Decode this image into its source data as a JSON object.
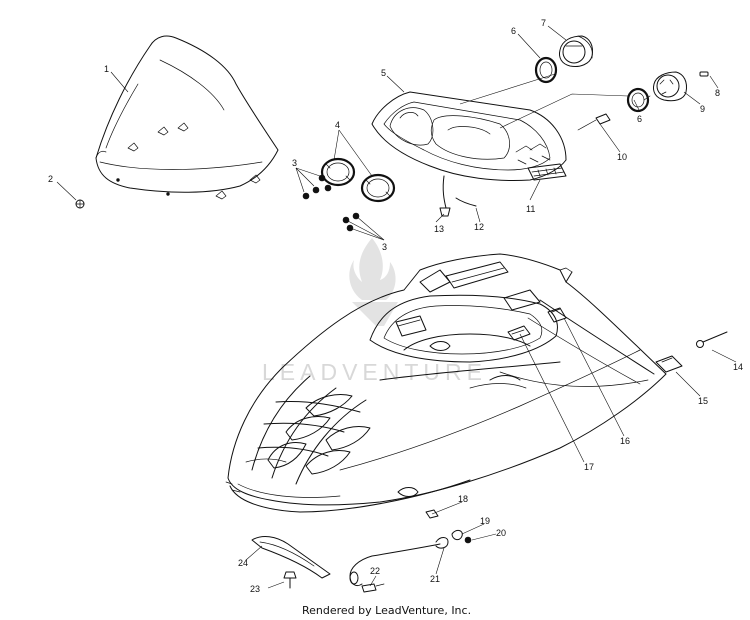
{
  "diagram": {
    "callouts": [
      {
        "id": "c1",
        "text": "1"
      },
      {
        "id": "c2",
        "text": "2"
      },
      {
        "id": "c3a",
        "text": "3"
      },
      {
        "id": "c3b",
        "text": "3"
      },
      {
        "id": "c4",
        "text": "4"
      },
      {
        "id": "c5",
        "text": "5"
      },
      {
        "id": "c6a",
        "text": "6"
      },
      {
        "id": "c6b",
        "text": "6"
      },
      {
        "id": "c7",
        "text": "7"
      },
      {
        "id": "c8",
        "text": "8"
      },
      {
        "id": "c9",
        "text": "9"
      },
      {
        "id": "c10",
        "text": "10"
      },
      {
        "id": "c11",
        "text": "11"
      },
      {
        "id": "c12",
        "text": "12"
      },
      {
        "id": "c13",
        "text": "13"
      },
      {
        "id": "c14",
        "text": "14"
      },
      {
        "id": "c15",
        "text": "15"
      },
      {
        "id": "c16",
        "text": "16"
      },
      {
        "id": "c17",
        "text": "17"
      },
      {
        "id": "c18",
        "text": "18"
      },
      {
        "id": "c19",
        "text": "19"
      },
      {
        "id": "c20",
        "text": "20"
      },
      {
        "id": "c21",
        "text": "21"
      },
      {
        "id": "c22",
        "text": "22"
      },
      {
        "id": "c23",
        "text": "23"
      },
      {
        "id": "c24",
        "text": "24"
      }
    ],
    "watermark": "LEADVENTURE",
    "footer": "Rendered by LeadVenture, Inc."
  }
}
